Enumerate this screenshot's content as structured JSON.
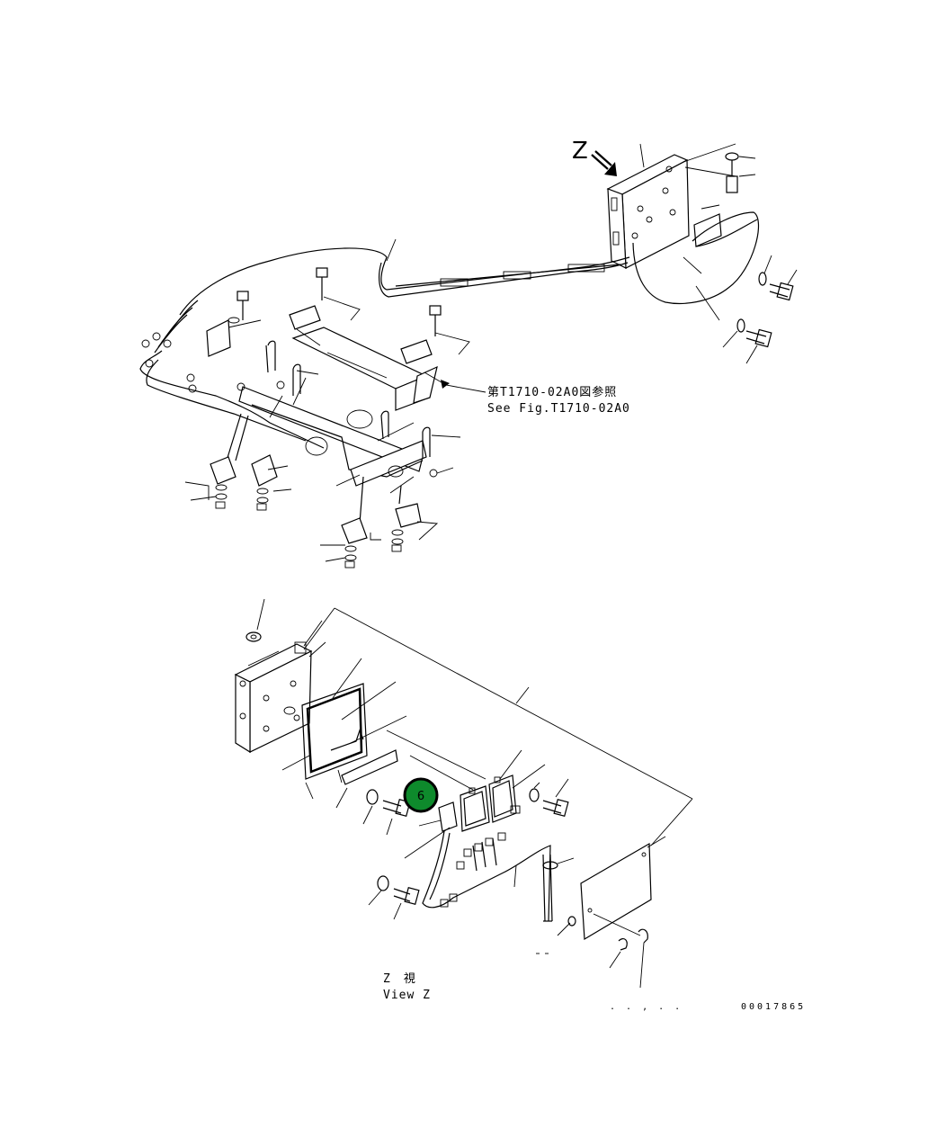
{
  "view_marker": "Z",
  "reference": {
    "jp": "第T1710-02A0図参照",
    "en": "See Fig.T1710-02A0"
  },
  "view_label": {
    "jp": "Z　視",
    "en": "View Z"
  },
  "drawing_number": "00017865",
  "callout": {
    "number": "6",
    "color": "#0e8a2c",
    "ring_color": "#000000"
  },
  "footer_dots": ". . , . ."
}
